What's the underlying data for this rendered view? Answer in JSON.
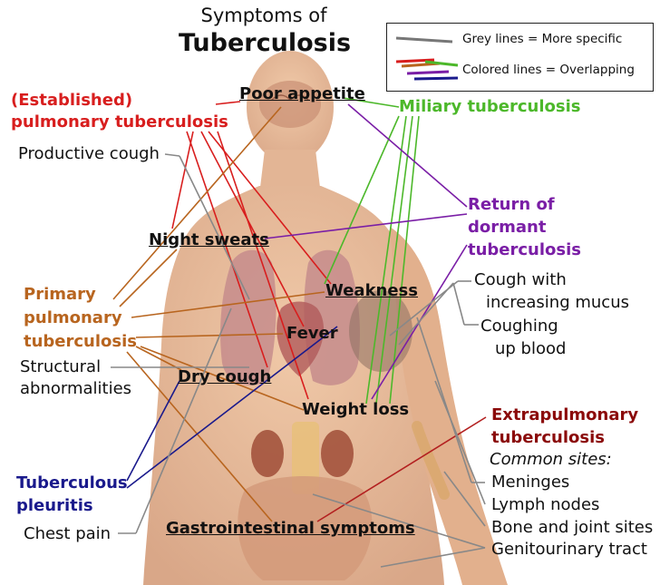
{
  "title": {
    "line1": "Symptoms of",
    "line2": "Tuberculosis"
  },
  "legend": {
    "grey": "Grey lines = More specific",
    "colored": "Colored lines = Overlapping"
  },
  "colors": {
    "red": "#d81e1e",
    "green": "#4cb82a",
    "purple": "#7a1ea6",
    "orange": "#b8651f",
    "navy": "#1a1a8c",
    "maroon": "#8b0a0a",
    "grey": "#777777"
  },
  "categories": {
    "established": {
      "line1": "(Established)",
      "line2": "pulmonary tuberculosis"
    },
    "miliary": "Miliary tuberculosis",
    "dormant": {
      "line1": "Return of",
      "line2": "dormant",
      "line3": "tuberculosis"
    },
    "primary": {
      "line1": "Primary",
      "line2": "pulmonary",
      "line3": "tuberculosis"
    },
    "pleuritis": {
      "line1": "Tuberculous",
      "line2": "pleuritis"
    },
    "extrapulmonary": {
      "line1": "Extrapulmonary",
      "line2": "tuberculosis",
      "line3": "Common sites:"
    }
  },
  "symptoms": {
    "poor_appetite": "Poor appetite",
    "night_sweats": "Night sweats",
    "weakness": "Weakness",
    "fever": "Fever",
    "dry_cough": "Dry cough",
    "weight_loss": "Weight loss",
    "gi_symptoms": "Gastrointestinal symptoms"
  },
  "specific": {
    "productive_cough": "Productive cough",
    "cough_mucus": {
      "line1": "Cough with",
      "line2": "increasing mucus"
    },
    "coughing_blood": {
      "line1": "Coughing",
      "line2": "up blood"
    },
    "structural": {
      "line1": "Structural",
      "line2": "abnormalities"
    },
    "chest_pain": "Chest pain",
    "meninges": "Meninges",
    "lymph_nodes": "Lymph nodes",
    "bone_joint": "Bone and joint sites",
    "genitourinary": "Genitourinary tract"
  }
}
